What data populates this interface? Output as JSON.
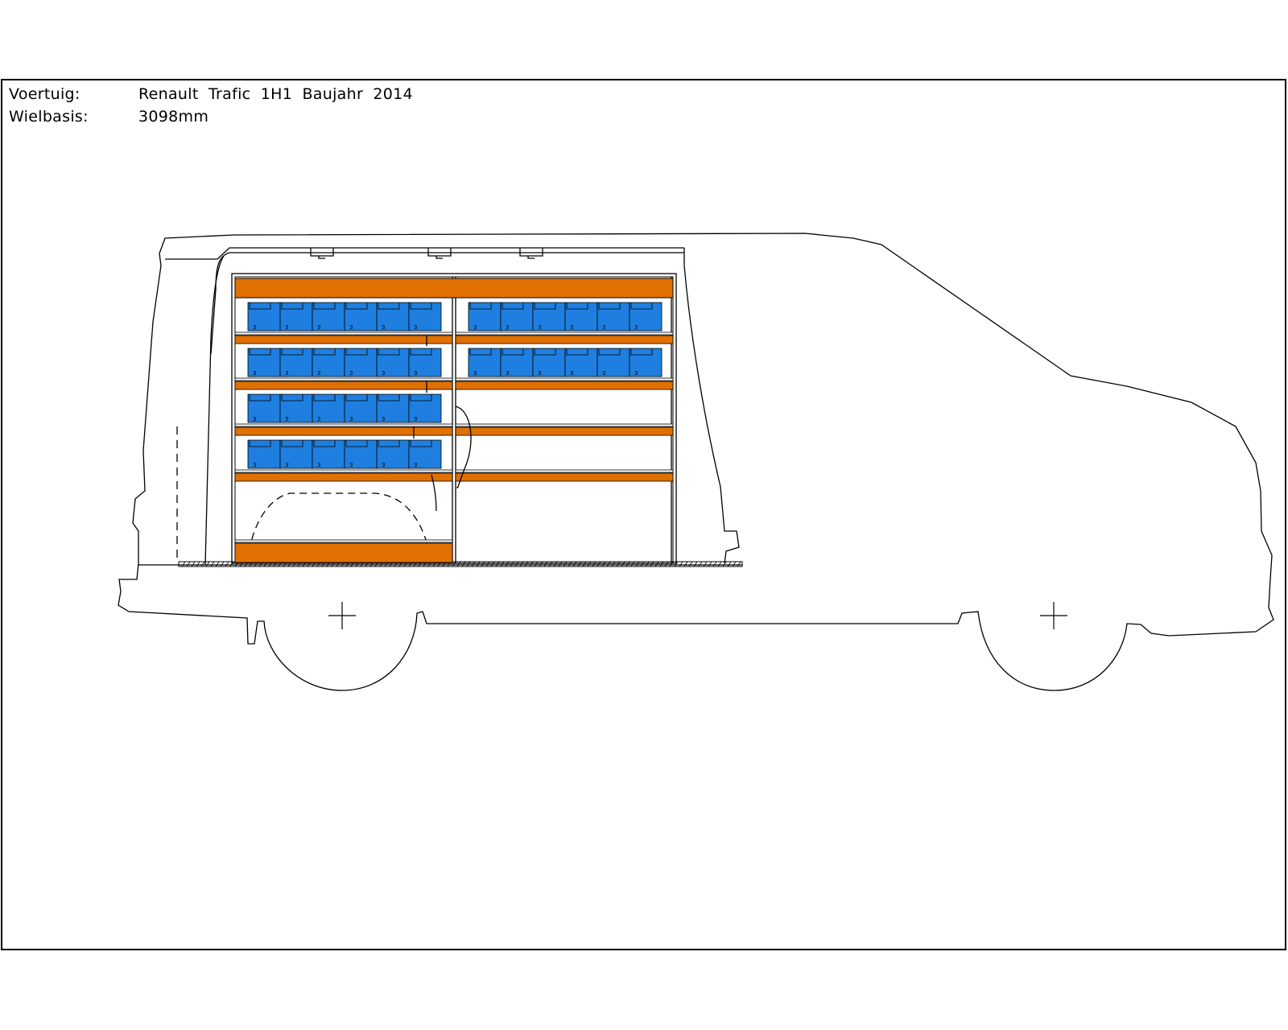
{
  "info": {
    "vehicle_label": "Voertuig:",
    "vehicle_value": "Renault Trafic 1H1 Baujahr 2014",
    "wheelbase_label": "Wielbasis:",
    "wheelbase_value": "3098mm"
  },
  "colors": {
    "shelf": "#E07000",
    "bin": "#1E7FE0",
    "line": "#000000"
  },
  "shelving": {
    "bin_label": "3",
    "rows": [
      {
        "left_bins": 6,
        "right_bins": 6
      },
      {
        "left_bins": 6,
        "right_bins": 6
      },
      {
        "left_bins": 6,
        "right_bins": 0
      },
      {
        "left_bins": 6,
        "right_bins": 0
      }
    ]
  }
}
